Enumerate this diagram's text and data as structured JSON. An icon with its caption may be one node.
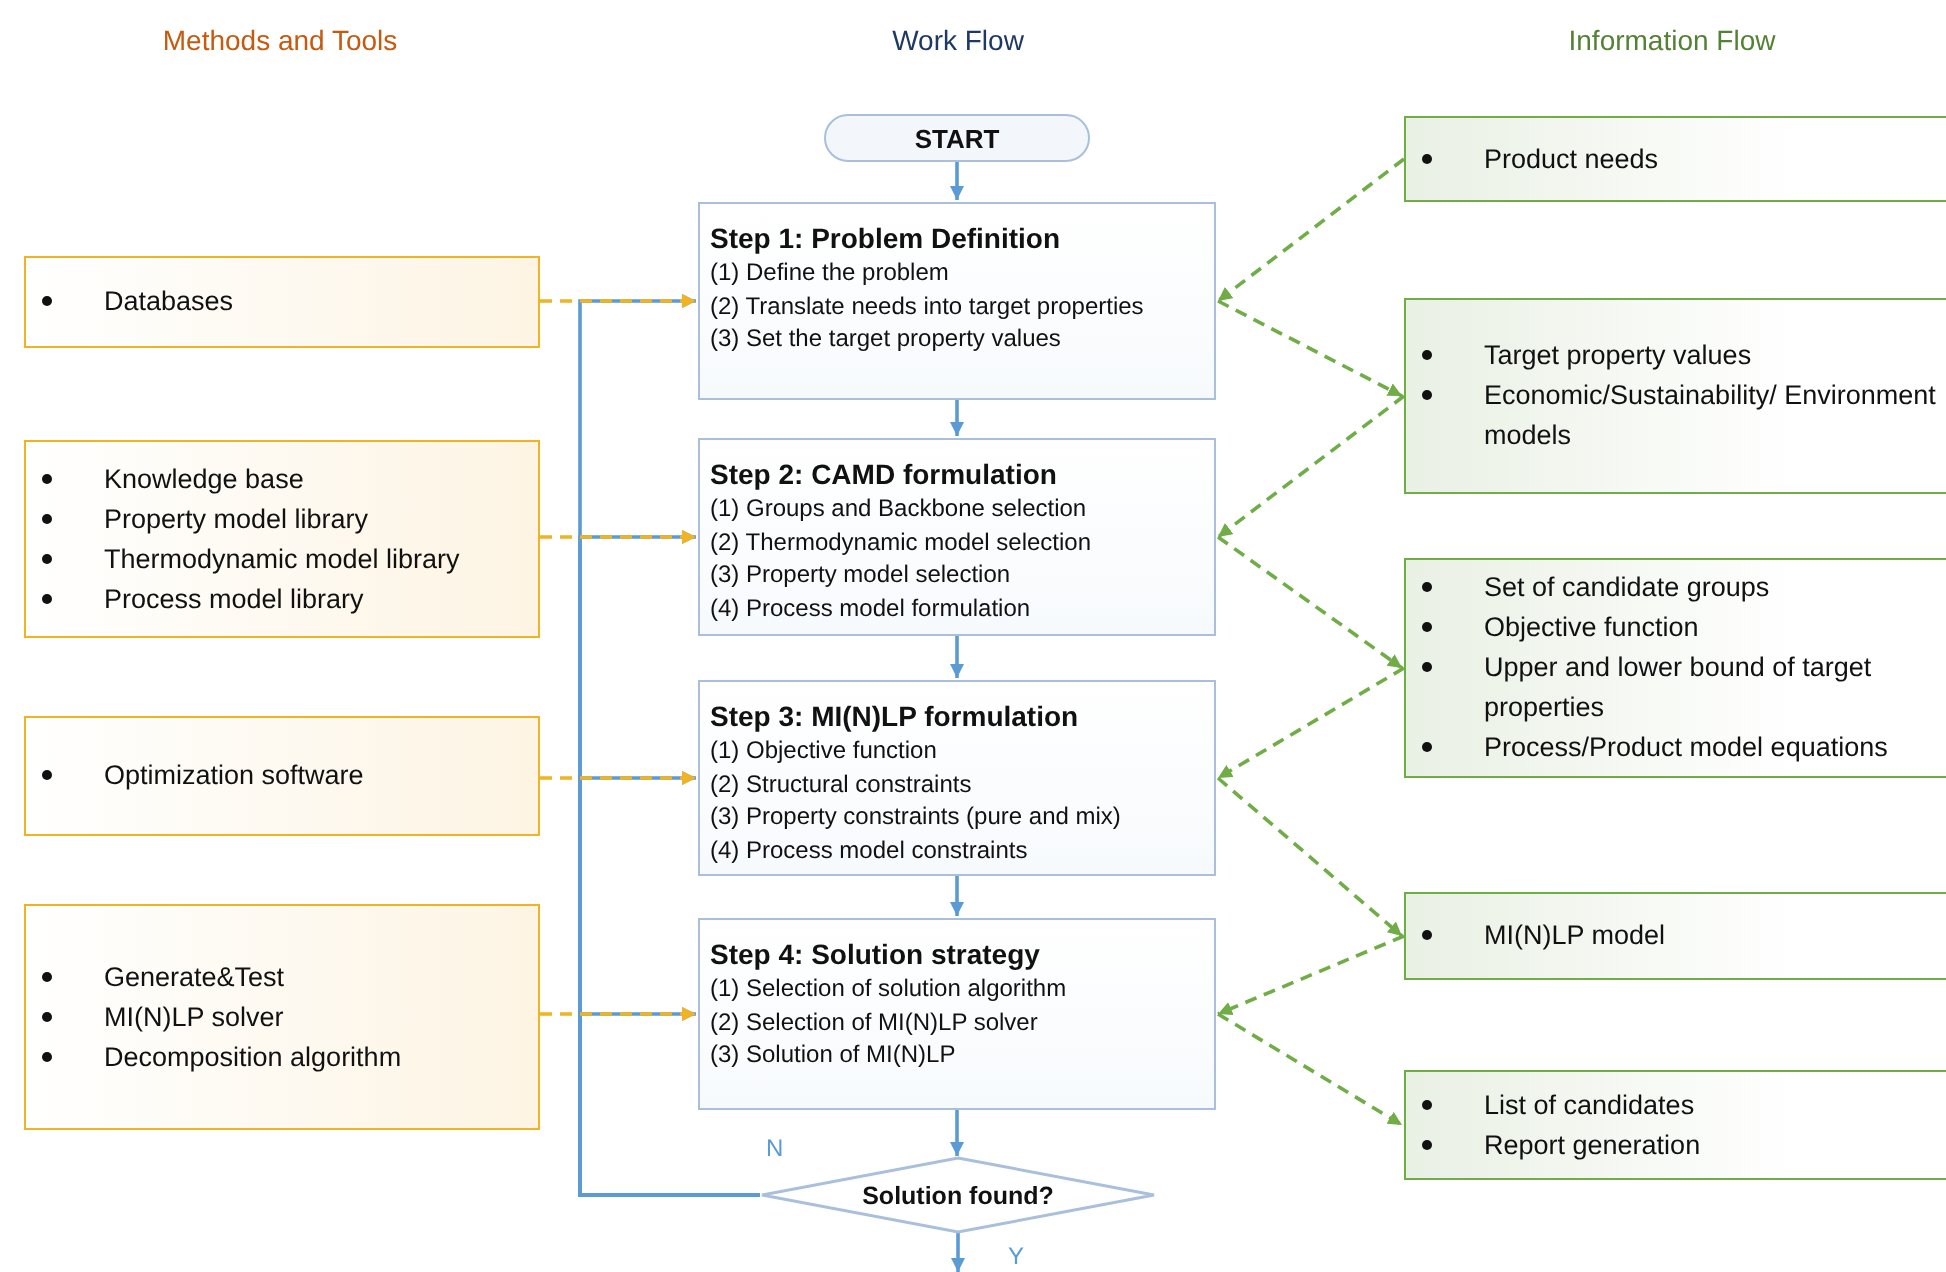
{
  "diagram": {
    "nodes": [
      {
        "text": [
          "START"
        ]
      },
      {
        "text": [
          "Step 1: Problem Definition",
          "(1) Define the problem",
          "(2) Translate needs into target properties",
          "(3) Set the target property values"
        ]
      },
      {
        "text": [
          "Step 2: CAMD formulation",
          "(1) Groups and Backbone selection",
          "(2) Thermodynamic model selection",
          "(3) Property model selection",
          "(4) Process model formulation"
        ]
      },
      {
        "text": [
          "Step 3: MI(N)LP formulation",
          "(1) Objective function",
          "(2) Structural constraints",
          "(3) Property constraints (pure and mix)",
          "(4) Process model constraints"
        ]
      },
      {
        "text": [
          "Step 4: Solution strategy",
          "(1) Selection of solution algorithm",
          "(2) Selection of MI(N)LP solver",
          "(3) Solution of MI(N)LP"
        ]
      },
      {
        "text": [
          "Solution found?"
        ]
      },
      {
        "text": [
          "Databases"
        ]
      },
      {
        "text": [
          "Knowledge base",
          "Property model library",
          "Thermodynamic model library",
          "Process model library"
        ]
      },
      {
        "text": [
          "Optimization software"
        ]
      },
      {
        "text": [
          "Generate&Test",
          "MI(N)LP solver",
          "Decomposition algorithm"
        ]
      },
      {
        "text": [
          "Product needs"
        ]
      },
      {
        "text": [
          "Target property values",
          "Economic/Sustainability/ Environment models"
        ]
      },
      {
        "text": [
          "Set of candidate groups",
          "Objective function",
          "Upper and lower bound of target properties",
          "Process/Product model equations"
        ]
      },
      {
        "text": [
          "MI(N)LP model"
        ]
      },
      {
        "text": [
          "List of candidates",
          "Report generation"
        ]
      }
    ],
    "edges": [
      {
        "from": 0,
        "to": 1,
        "arrow": "to"
      },
      {
        "from": 1,
        "to": 2,
        "arrow": "to"
      },
      {
        "from": 2,
        "to": 3,
        "arrow": "to"
      },
      {
        "from": 3,
        "to": 4,
        "arrow": "to"
      },
      {
        "from": 4,
        "to": 5,
        "arrow": "to"
      },
      {
        "from": 5,
        "to": 1,
        "arrow": "to",
        "label": "N"
      },
      {
        "from": 5,
        "to": 2,
        "arrow": "to"
      },
      {
        "from": 5,
        "to": 3,
        "arrow": "to"
      },
      {
        "from": 5,
        "to": 4,
        "arrow": "to"
      },
      {
        "from": 5,
        "to": null,
        "arrow": "to",
        "label": "Y"
      },
      {
        "from": 6,
        "to": 1,
        "arrow": "to",
        "style": "dashed",
        "color": "#f0b323"
      },
      {
        "from": 7,
        "to": 2,
        "arrow": "to",
        "style": "dashed",
        "color": "#f0b323"
      },
      {
        "from": 8,
        "to": 3,
        "arrow": "to",
        "style": "dashed",
        "color": "#f0b323"
      },
      {
        "from": 9,
        "to": 4,
        "arrow": "to",
        "style": "dashed",
        "color": "#f0b323"
      },
      {
        "from": 10,
        "to": 1,
        "arrow": "to",
        "style": "dashed",
        "color": "#70ad47"
      },
      {
        "from": 1,
        "to": 11,
        "arrow": "to",
        "style": "dashed",
        "color": "#70ad47"
      },
      {
        "from": 11,
        "to": 2,
        "arrow": "to",
        "style": "dashed",
        "color": "#70ad47"
      },
      {
        "from": 2,
        "to": 12,
        "arrow": "to",
        "style": "dashed",
        "color": "#70ad47"
      },
      {
        "from": 12,
        "to": 3,
        "arrow": "to",
        "style": "dashed",
        "color": "#70ad47"
      },
      {
        "from": 3,
        "to": 13,
        "arrow": "to",
        "style": "dashed",
        "color": "#70ad47"
      },
      {
        "from": 13,
        "to": 4,
        "arrow": "to",
        "style": "dashed",
        "color": "#70ad47"
      },
      {
        "from": 4,
        "to": 14,
        "arrow": "to",
        "style": "dashed",
        "color": "#70ad47"
      }
    ],
    "labels": [
      "Methods and Tools",
      "Work Flow",
      "Information Flow"
    ]
  }
}
